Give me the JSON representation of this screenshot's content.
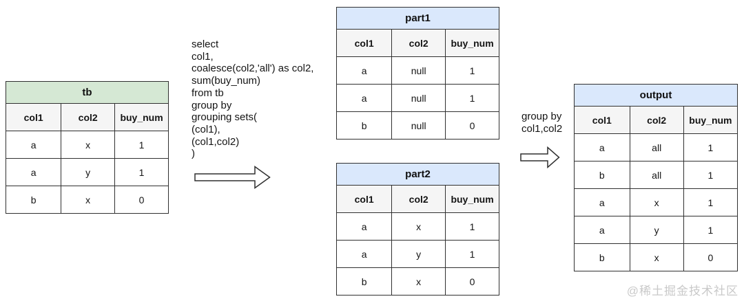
{
  "colors": {
    "background": "#ffffff",
    "source_table_header": "#d5e8d4",
    "result_table_header": "#dae8fc",
    "column_header_bg": "#f5f5f5",
    "table_border": "#2f2f2f",
    "text": "#141414",
    "watermark": "#c9c9c9"
  },
  "sql": {
    "text": "select\ncol1,\ncoalesce(col2,'all') as col2,\nsum(buy_num)\nfrom tb\ngroup by\ngrouping sets(\n(col1),\n(col1,col2)\n)"
  },
  "group_by_label": {
    "text": "group by\ncol1,col2"
  },
  "tables": {
    "tb": {
      "title": "tb",
      "columns": [
        "col1",
        "col2",
        "buy_num"
      ],
      "rows": [
        [
          "a",
          "x",
          "1"
        ],
        [
          "a",
          "y",
          "1"
        ],
        [
          "b",
          "x",
          "0"
        ]
      ]
    },
    "part1": {
      "title": "part1",
      "columns": [
        "col1",
        "col2",
        "buy_num"
      ],
      "rows": [
        [
          "a",
          "null",
          "1"
        ],
        [
          "a",
          "null",
          "1"
        ],
        [
          "b",
          "null",
          "0"
        ]
      ]
    },
    "part2": {
      "title": "part2",
      "columns": [
        "col1",
        "col2",
        "buy_num"
      ],
      "rows": [
        [
          "a",
          "x",
          "1"
        ],
        [
          "a",
          "y",
          "1"
        ],
        [
          "b",
          "x",
          "0"
        ]
      ]
    },
    "output": {
      "title": "output",
      "columns": [
        "col1",
        "col2",
        "buy_num"
      ],
      "rows": [
        [
          "a",
          "all",
          "1"
        ],
        [
          "b",
          "all",
          "1"
        ],
        [
          "a",
          "x",
          "1"
        ],
        [
          "a",
          "y",
          "1"
        ],
        [
          "b",
          "x",
          "0"
        ]
      ]
    }
  },
  "watermark": {
    "text": "@稀土掘金技术社区"
  }
}
